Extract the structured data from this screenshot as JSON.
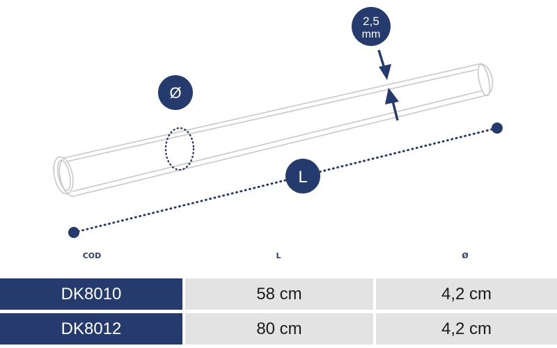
{
  "diagram": {
    "diameter_symbol": "Ø",
    "length_symbol": "L",
    "thickness_value": "2,5",
    "thickness_unit": "mm",
    "accent_color": "#253a6d",
    "tube_outline_color": "#c8c8c8"
  },
  "table": {
    "headers": {
      "code": "COD",
      "length": "L",
      "diameter": "Ø"
    },
    "rows": [
      {
        "code": "DK8010",
        "length": "58 cm",
        "diameter": "4,2 cm"
      },
      {
        "code": "DK8012",
        "length": "80 cm",
        "diameter": "4,2 cm"
      }
    ]
  }
}
